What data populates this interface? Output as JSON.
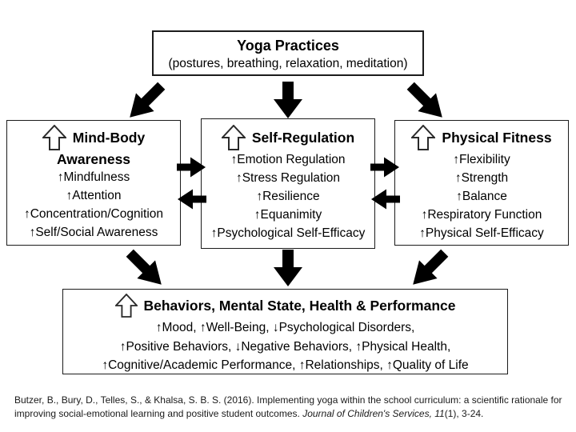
{
  "diagram": {
    "yoga_box": {
      "title": "Yoga Practices",
      "subtitle": "(postures, breathing, relaxation, meditation)"
    },
    "mind_body_box": {
      "title_line1": "Mind-Body",
      "title_line2": "Awareness",
      "items": [
        "↑Mindfulness",
        "↑Attention",
        "↑Concentration/Cognition",
        "↑Self/Social Awareness"
      ]
    },
    "self_regulation_box": {
      "title": "Self-Regulation",
      "items": [
        "↑Emotion Regulation",
        "↑Stress Regulation",
        "↑Resilience",
        "↑Equanimity",
        "↑Psychological Self-Efficacy"
      ]
    },
    "physical_fitness_box": {
      "title": "Physical Fitness",
      "items": [
        "↑Flexibility",
        "↑Strength",
        "↑Balance",
        "↑Respiratory Function",
        "↑Physical Self-Efficacy"
      ]
    },
    "outcomes_box": {
      "title": "Behaviors, Mental State, Health & Performance",
      "lines": [
        "↑Mood, ↑Well-Being, ↓Psychological Disorders,",
        "↑Positive Behaviors, ↓Negative Behaviors, ↑Physical Health,",
        "↑Cognitive/Academic Performance, ↑Relationships, ↑Quality of Life"
      ]
    }
  },
  "citation": {
    "line1": "Butzer, B., Bury, D., Telles, S., & Khalsa, S. B. S. (2016). Implementing yoga within the school curriculum: a scientific rationale for",
    "line2_regular": "improving social-emotional learning and positive student outcomes. ",
    "line2_italic": "Journal of Children's Services, 11",
    "line2_end": "(1), 3-24."
  },
  "colors": {
    "arrow": "#000000",
    "border": "#1c1c1c",
    "background": "#ffffff"
  }
}
